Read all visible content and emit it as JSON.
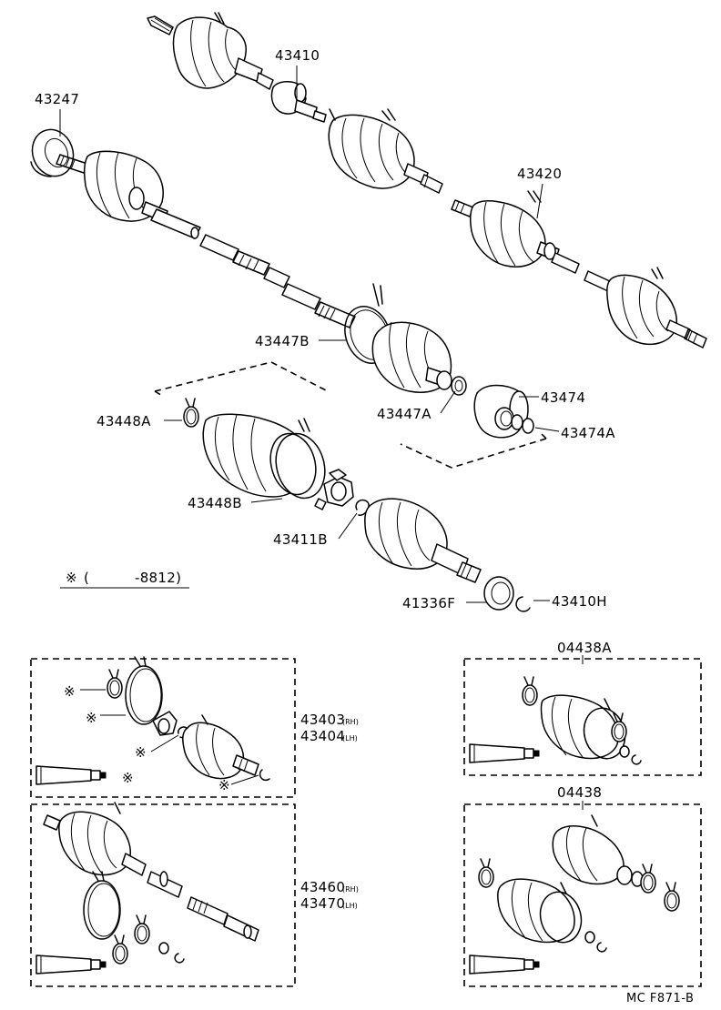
{
  "diagram": {
    "labels": {
      "p43410": "43410",
      "p43247": "43247",
      "p43420": "43420",
      "p43447B": "43447B",
      "p43474": "43474",
      "p43447A": "43447A",
      "p43474A": "43474A",
      "p43448A": "43448A",
      "p43448B": "43448B",
      "p43411B": "43411B",
      "p41336F": "41336F",
      "p43410H": "43410H",
      "p04438A": "04438A",
      "p04438": "04438",
      "kit_front_rh": "43403",
      "kit_front_lh": "43404",
      "kit_shaft_rh": "43460",
      "kit_shaft_lh": "43470",
      "rh": "(RH)",
      "lh": "(LH)"
    },
    "note": {
      "symbol": "※",
      "open": "(",
      "range": "-8812)"
    },
    "kit_mark": "※",
    "figure_code": "MC F871-B"
  }
}
